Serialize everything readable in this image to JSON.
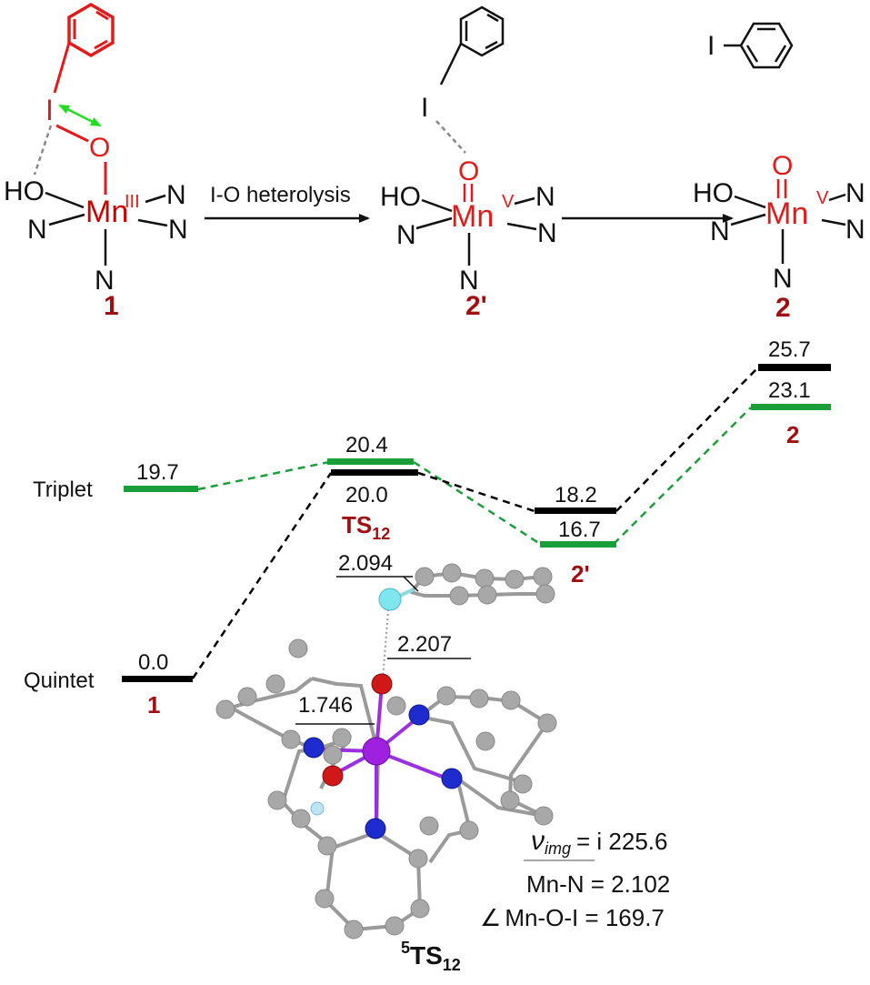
{
  "scheme": {
    "arrow1_label": "I-O heterolysis",
    "compounds": [
      {
        "id": "1",
        "label": "1",
        "metal": "Mn",
        "oxidation_state": "III",
        "ligands": [
          "HO",
          "N",
          "N",
          "N",
          "N"
        ],
        "iodine": "I",
        "oxygen": "O"
      },
      {
        "id": "2p",
        "label": "2'",
        "metal": "Mn",
        "oxidation_state": "V",
        "ligands": [
          "HO",
          "N",
          "N",
          "N",
          "N"
        ],
        "iodine": "I",
        "oxygen": "O"
      },
      {
        "id": "2",
        "label": "2",
        "metal": "Mn",
        "oxidation_state": "V",
        "ligands": [
          "HO",
          "N",
          "N",
          "N",
          "N"
        ],
        "iodine": "I",
        "oxygen": "O"
      }
    ]
  },
  "energy_diagram": {
    "states": [
      {
        "name": "Triplet",
        "color": "#1a9e3a"
      },
      {
        "name": "Quintet",
        "color": "#000000"
      }
    ],
    "levels": [
      {
        "species": "1",
        "triplet": "19.7",
        "quintet": "0.0"
      },
      {
        "species": "TS12",
        "label_main": "TS",
        "label_sub": "12",
        "triplet": "20.4",
        "quintet": "20.0"
      },
      {
        "species": "2'",
        "triplet": "16.7",
        "quintet": "18.2"
      },
      {
        "species": "2",
        "triplet": "23.1",
        "quintet": "25.7"
      }
    ]
  },
  "ts_structure": {
    "label_sup": "5",
    "label_main": "TS",
    "label_sub": "12",
    "distances": [
      "2.094",
      "2.207",
      "1.746"
    ],
    "freq_symbol": "ν",
    "freq_subscript": "img",
    "freq_value": "= i 225.6",
    "mn_n": "Mn-N = 2.102",
    "angle_symbol": "∠",
    "angle": "Mn-O-I = 169.7"
  },
  "colors": {
    "red": "#e11a1a",
    "label_red": "#a01010",
    "green": "#1a9e3a",
    "black": "#000000",
    "atom_grey": "#a8a8a8",
    "atom_blue": "#1e2ccf",
    "atom_red": "#d01818",
    "atom_purple": "#a020e0",
    "atom_cyan": "#7fe6f0"
  }
}
